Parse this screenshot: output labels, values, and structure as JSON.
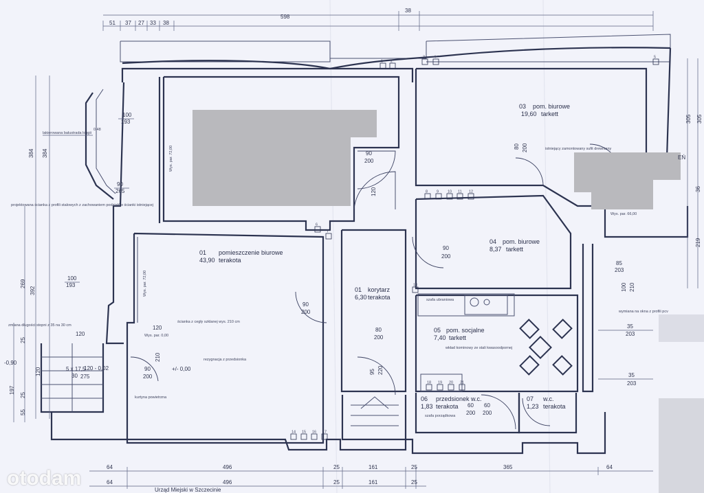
{
  "rooms": [
    {
      "num": "01",
      "name": "pomieszczenie biurowe",
      "area": "43,90",
      "floor": "terakota"
    },
    {
      "num": "01",
      "name": "korytarz",
      "area": "6,30",
      "floor": "terakota"
    },
    {
      "num": "03",
      "name": "pom. biurowe",
      "area": "19,60",
      "floor": "tarkett"
    },
    {
      "num": "04",
      "name": "pom. biurowe",
      "area": "8,37",
      "floor": "tarkett"
    },
    {
      "num": "05",
      "name": "pom. socjalne",
      "area": "7,40",
      "floor": "tarkett"
    },
    {
      "num": "06",
      "name": "przedsionek w.c.",
      "area": "1,83",
      "floor": "terakota"
    },
    {
      "num": "07",
      "name": "w.c.",
      "area": "1,23",
      "floor": "terakota"
    }
  ],
  "top_dims": [
    "51",
    "37",
    "27",
    "33",
    "38",
    "598",
    "38"
  ],
  "bottom_dims_1": [
    "64",
    "496",
    "25",
    "161",
    "25",
    "365",
    "64"
  ],
  "bottom_dims_2": [
    "64",
    "496",
    "25",
    "161",
    "25"
  ],
  "left_dims": [
    "384",
    "384",
    "269",
    "392",
    "197",
    "55",
    "25",
    "120",
    "25"
  ],
  "right_dims": [
    "305",
    "305",
    "36",
    "219"
  ],
  "doors": [
    {
      "w": "90",
      "h": "200"
    },
    {
      "w": "90",
      "h": "200"
    },
    {
      "w": "90",
      "h": "200"
    },
    {
      "w": "90",
      "h": "200"
    },
    {
      "w": "80",
      "h": "200"
    },
    {
      "w": "60",
      "h": "200"
    },
    {
      "w": "60",
      "h": "200"
    },
    {
      "w": "80",
      "h": "200"
    }
  ],
  "windows": [
    {
      "w": "100",
      "h": "193"
    },
    {
      "w": "100",
      "h": "193"
    },
    {
      "w": "90",
      "h": "265"
    },
    {
      "w": "85",
      "h": "203"
    },
    {
      "w": "35",
      "h": "203"
    },
    {
      "w": "35",
      "h": "203"
    }
  ],
  "misc": {
    "door_95": "95",
    "door_220": "220",
    "door_100": "100",
    "door_210a": "210",
    "stairs": "5 x 17,5",
    "stairs_30": "30",
    "stairs_275": "275",
    "level1": "120 - 0,02",
    "level2": "+/- 0,00",
    "level3": "-0,90",
    "w120a": "120",
    "w120b": "120",
    "w210": "210",
    "w120c": "120",
    "wys_par_072": "Wys. par. 72,00",
    "wys_par_000": "Wys. par. 0,00",
    "wys_par_6600": "Wys. par. 66,00",
    "wys_par_7200b": "Wys. par. 72,00",
    "sill_048": "0,48"
  },
  "notes": {
    "balustrada": "lakierowana balustrada loggii",
    "projektowana": "projektowana ścianka z profili stalowych z zachowaniem podziałów ścianki istniejącej",
    "scianka": "ścianka z cegły szklanej wys. 210 cm",
    "rezygnacja": "rezygnacja z przedsionka",
    "kurtyna": "kurtyna powietrzna",
    "zmiana": "zmiana długości stopni z 35 na 30 cm",
    "szafa_ubr": "szafa ubraniowa",
    "szafa_por": "szafa porządkowa",
    "wklad": "wkład kominowy ze stali kwasoodpornej",
    "wymiana": "wymiana na okna z profili pcv",
    "istniejacy": "istniejący zamontowany sufit drewniany"
  },
  "sockets": [
    "1",
    "2",
    "3",
    "4",
    "5",
    "6",
    "7",
    "8",
    "9",
    "10",
    "11",
    "12",
    "13",
    "14",
    "15",
    "16",
    "17",
    "18",
    "19",
    "20",
    "21"
  ],
  "bottom_caption": "Urząd Miejski w Szczecinie",
  "right_fragment": "EŃ",
  "logo": "otodam"
}
